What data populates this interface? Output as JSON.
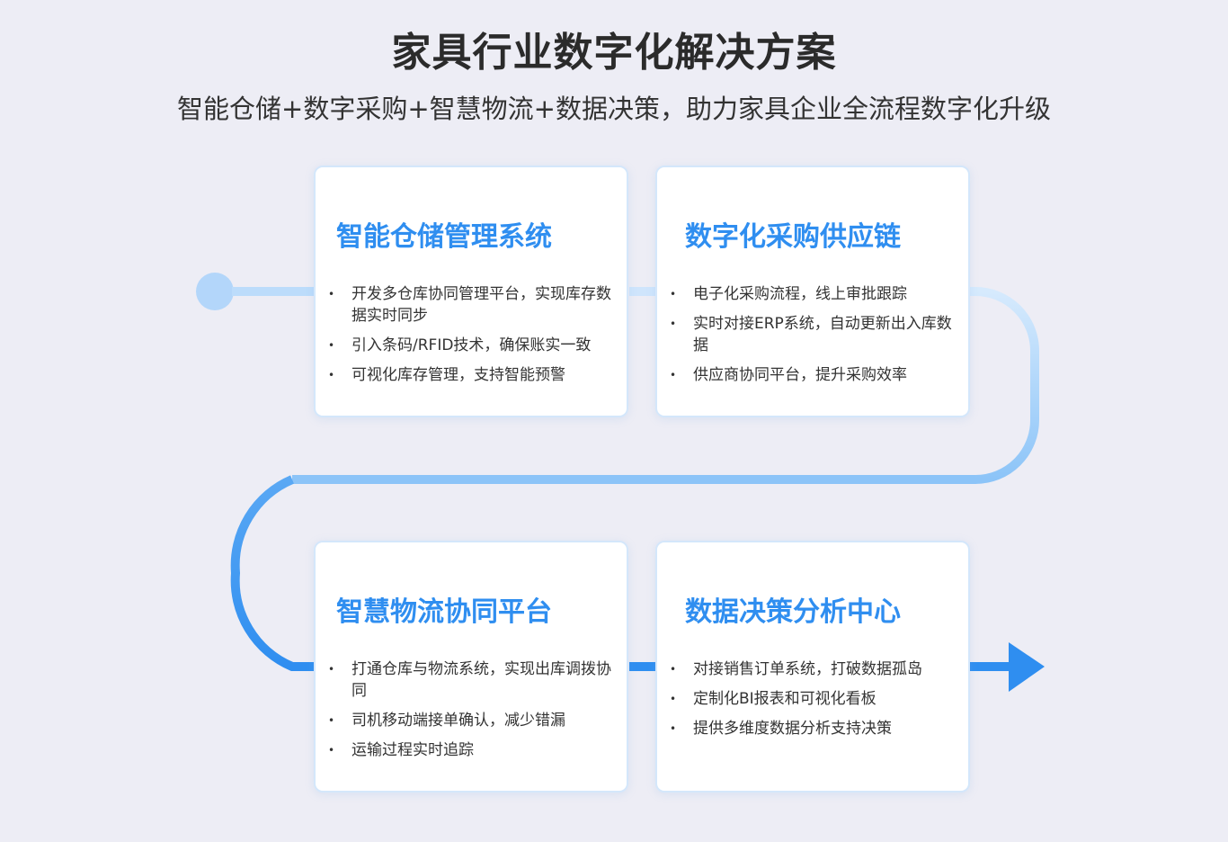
{
  "header": {
    "title": "家具行业数字化解决方案",
    "subtitle": "智能仓储+数字采购+智慧物流+数据决策，助力家具企业全流程数字化升级"
  },
  "colors": {
    "accent": "#2f8ef0",
    "line_light": "#bcdcfb",
    "line_dark": "#2f8ef0",
    "start_dot": "#b3d6fa",
    "background": "#ededf5"
  },
  "cards": [
    {
      "title": "智能仓储管理系统",
      "items": [
        "开发多仓库协同管理平台，实现库存数据实时同步",
        "引入条码/RFID技术，确保账实一致",
        "可视化库存管理，支持智能预警"
      ]
    },
    {
      "title": "数字化采购供应链",
      "items": [
        "电子化采购流程，线上审批跟踪",
        "实时对接ERP系统，自动更新出入库数据",
        "供应商协同平台，提升采购效率"
      ]
    },
    {
      "title": "智慧物流协同平台",
      "items": [
        "打通仓库与物流系统，实现出库调拨协同",
        "司机移动端接单确认，减少错漏",
        "运输过程实时追踪"
      ]
    },
    {
      "title": "数据决策分析中心",
      "items": [
        "对接销售订单系统，打破数据孤岛",
        "定制化BI报表和可视化看板",
        "提供多维度数据分析支持决策"
      ]
    }
  ]
}
